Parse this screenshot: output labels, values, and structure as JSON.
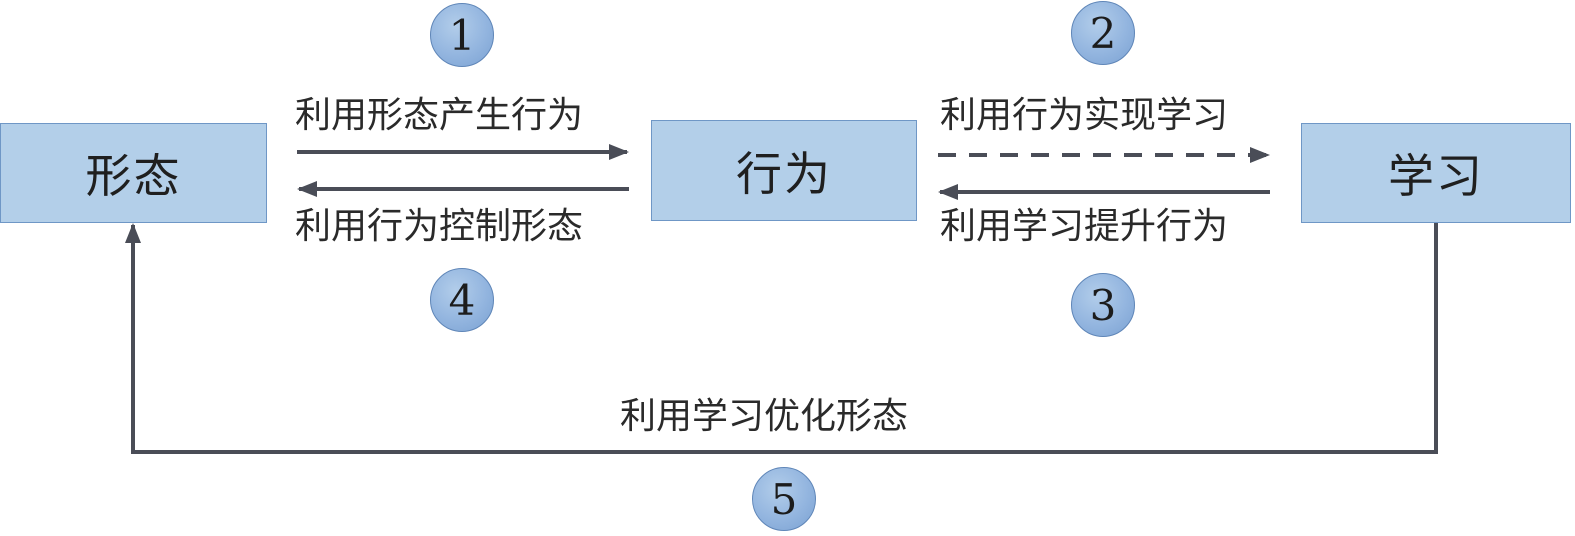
{
  "nodes": {
    "form": "形态",
    "behavior": "行为",
    "learning": "学习"
  },
  "edges": [
    {
      "id": "1",
      "label": "利用形态产生行为",
      "style": "solid"
    },
    {
      "id": "2",
      "label": "利用行为实现学习",
      "style": "dashed"
    },
    {
      "id": "3",
      "label": "利用学习提升行为",
      "style": "solid"
    },
    {
      "id": "4",
      "label": "利用行为控制形态",
      "style": "solid"
    },
    {
      "id": "5",
      "label": "利用学习优化形态",
      "style": "solid"
    }
  ],
  "colors": {
    "box_fill": "#b3cfe9",
    "box_border": "#6f97c6",
    "badge_fill": "#93b5df",
    "arrow": "#4a4d57"
  }
}
